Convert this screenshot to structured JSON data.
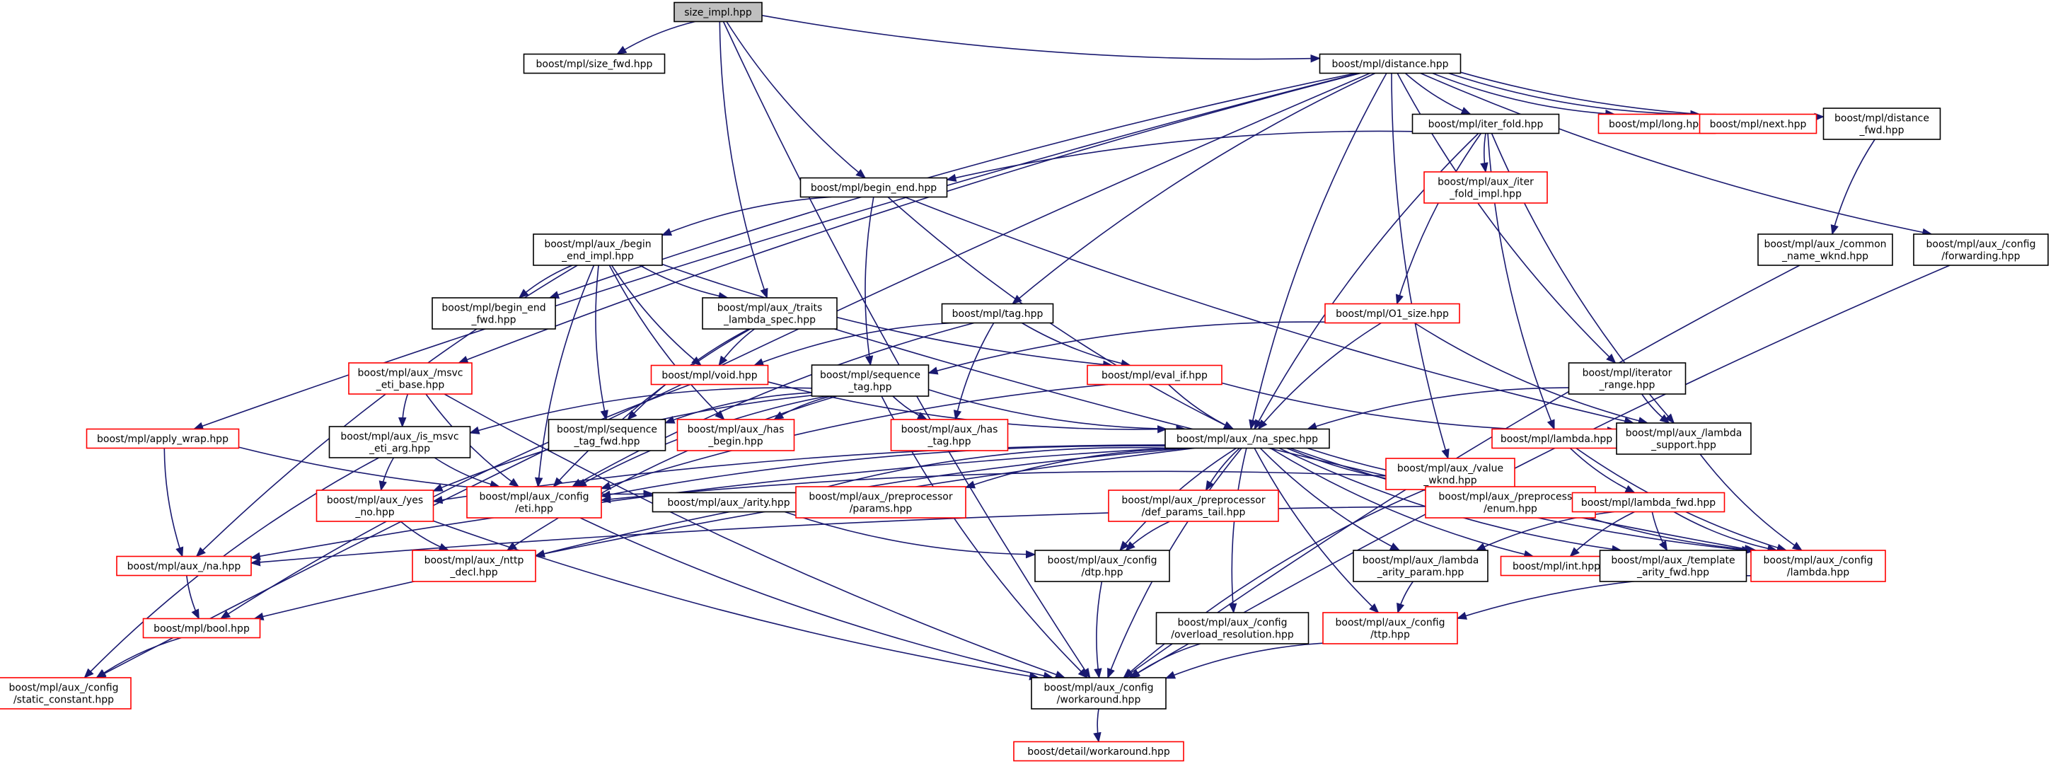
{
  "colors": {
    "root_fill": "#bfbfbf",
    "normal_border": "#000000",
    "link_border": "#ff0000",
    "edge": "#191970",
    "background": "#ffffff"
  },
  "nodes": [
    {
      "id": "size_impl",
      "lines": [
        "size_impl.hpp"
      ],
      "style": "root"
    },
    {
      "id": "size_fwd",
      "lines": [
        "boost/mpl/size_fwd.hpp"
      ],
      "style": "normal"
    },
    {
      "id": "distance",
      "lines": [
        "boost/mpl/distance.hpp"
      ],
      "style": "normal"
    },
    {
      "id": "iter_fold",
      "lines": [
        "boost/mpl/iter_fold.hpp"
      ],
      "style": "normal"
    },
    {
      "id": "long",
      "lines": [
        "boost/mpl/long.hpp"
      ],
      "style": "link"
    },
    {
      "id": "next",
      "lines": [
        "boost/mpl/next.hpp"
      ],
      "style": "link"
    },
    {
      "id": "distance_fwd",
      "lines": [
        "boost/mpl/distance",
        "_fwd.hpp"
      ],
      "style": "normal"
    },
    {
      "id": "iter_fold_impl",
      "lines": [
        "boost/mpl/aux_/iter",
        "_fold_impl.hpp"
      ],
      "style": "link"
    },
    {
      "id": "begin_end",
      "lines": [
        "boost/mpl/begin_end.hpp"
      ],
      "style": "normal"
    },
    {
      "id": "begin_end_impl",
      "lines": [
        "boost/mpl/aux_/begin",
        "_end_impl.hpp"
      ],
      "style": "normal"
    },
    {
      "id": "common_name_wknd",
      "lines": [
        "boost/mpl/aux_/common",
        "_name_wknd.hpp"
      ],
      "style": "normal"
    },
    {
      "id": "forwarding",
      "lines": [
        "boost/mpl/aux_/config",
        "/forwarding.hpp"
      ],
      "style": "normal"
    },
    {
      "id": "begin_end_fwd",
      "lines": [
        "boost/mpl/begin_end",
        "_fwd.hpp"
      ],
      "style": "normal"
    },
    {
      "id": "traits_lambda_spec",
      "lines": [
        "boost/mpl/aux_/traits",
        "_lambda_spec.hpp"
      ],
      "style": "normal"
    },
    {
      "id": "tag",
      "lines": [
        "boost/mpl/tag.hpp"
      ],
      "style": "normal"
    },
    {
      "id": "o1_size",
      "lines": [
        "boost/mpl/O1_size.hpp"
      ],
      "style": "link"
    },
    {
      "id": "msvc_eti_base",
      "lines": [
        "boost/mpl/aux_/msvc",
        "_eti_base.hpp"
      ],
      "style": "link"
    },
    {
      "id": "void",
      "lines": [
        "boost/mpl/void.hpp"
      ],
      "style": "link"
    },
    {
      "id": "sequence_tag",
      "lines": [
        "boost/mpl/sequence",
        "_tag.hpp"
      ],
      "style": "normal"
    },
    {
      "id": "eval_if",
      "lines": [
        "boost/mpl/eval_if.hpp"
      ],
      "style": "link"
    },
    {
      "id": "iterator_range",
      "lines": [
        "boost/mpl/iterator",
        "_range.hpp"
      ],
      "style": "normal"
    },
    {
      "id": "apply_wrap",
      "lines": [
        "boost/mpl/apply_wrap.hpp"
      ],
      "style": "link"
    },
    {
      "id": "is_msvc_eti_arg",
      "lines": [
        "boost/mpl/aux_/is_msvc",
        "_eti_arg.hpp"
      ],
      "style": "normal"
    },
    {
      "id": "sequence_tag_fwd",
      "lines": [
        "boost/mpl/sequence",
        "_tag_fwd.hpp"
      ],
      "style": "normal"
    },
    {
      "id": "has_begin",
      "lines": [
        "boost/mpl/aux_/has",
        "_begin.hpp"
      ],
      "style": "link"
    },
    {
      "id": "has_tag",
      "lines": [
        "boost/mpl/aux_/has",
        "_tag.hpp"
      ],
      "style": "link"
    },
    {
      "id": "na_spec",
      "lines": [
        "boost/mpl/aux_/na_spec.hpp"
      ],
      "style": "normal"
    },
    {
      "id": "value_wknd",
      "lines": [
        "boost/mpl/aux_/value",
        "_wknd.hpp"
      ],
      "style": "link"
    },
    {
      "id": "lambda",
      "lines": [
        "boost/mpl/lambda.hpp"
      ],
      "style": "link"
    },
    {
      "id": "lambda_support",
      "lines": [
        "boost/mpl/aux_/lambda",
        "_support.hpp"
      ],
      "style": "normal"
    },
    {
      "id": "yes_no",
      "lines": [
        "boost/mpl/aux_/yes",
        "_no.hpp"
      ],
      "style": "link"
    },
    {
      "id": "eti",
      "lines": [
        "boost/mpl/aux_/config",
        "/eti.hpp"
      ],
      "style": "link"
    },
    {
      "id": "arity",
      "lines": [
        "boost/mpl/aux_/arity.hpp"
      ],
      "style": "normal"
    },
    {
      "id": "pp_params",
      "lines": [
        "boost/mpl/aux_/preprocessor",
        "/params.hpp"
      ],
      "style": "link"
    },
    {
      "id": "pp_def_params_tail",
      "lines": [
        "boost/mpl/aux_/preprocessor",
        "/def_params_tail.hpp"
      ],
      "style": "link"
    },
    {
      "id": "pp_enum",
      "lines": [
        "boost/mpl/aux_/preprocessor",
        "/enum.hpp"
      ],
      "style": "link"
    },
    {
      "id": "lambda_fwd",
      "lines": [
        "boost/mpl/lambda_fwd.hpp"
      ],
      "style": "link"
    },
    {
      "id": "na",
      "lines": [
        "boost/mpl/aux_/na.hpp"
      ],
      "style": "link"
    },
    {
      "id": "nttp_decl",
      "lines": [
        "boost/mpl/aux_/nttp",
        "_decl.hpp"
      ],
      "style": "link"
    },
    {
      "id": "dtp",
      "lines": [
        "boost/mpl/aux_/config",
        "/dtp.hpp"
      ],
      "style": "normal"
    },
    {
      "id": "lambda_arity_param",
      "lines": [
        "boost/mpl/aux_/lambda",
        "_arity_param.hpp"
      ],
      "style": "normal"
    },
    {
      "id": "int",
      "lines": [
        "boost/mpl/int.hpp"
      ],
      "style": "link"
    },
    {
      "id": "template_arity_fwd",
      "lines": [
        "boost/mpl/aux_/template",
        "_arity_fwd.hpp"
      ],
      "style": "normal"
    },
    {
      "id": "config_lambda",
      "lines": [
        "boost/mpl/aux_/config",
        "/lambda.hpp"
      ],
      "style": "link"
    },
    {
      "id": "bool",
      "lines": [
        "boost/mpl/bool.hpp"
      ],
      "style": "link"
    },
    {
      "id": "overload_resolution",
      "lines": [
        "boost/mpl/aux_/config",
        "/overload_resolution.hpp"
      ],
      "style": "normal"
    },
    {
      "id": "ttp",
      "lines": [
        "boost/mpl/aux_/config",
        "/ttp.hpp"
      ],
      "style": "link"
    },
    {
      "id": "static_constant",
      "lines": [
        "boost/mpl/aux_/config",
        "/static_constant.hpp"
      ],
      "style": "link"
    },
    {
      "id": "workaround",
      "lines": [
        "boost/mpl/aux_/config",
        "/workaround.hpp"
      ],
      "style": "normal"
    },
    {
      "id": "detail_workaround",
      "lines": [
        "boost/detail/workaround.hpp"
      ],
      "style": "link"
    }
  ],
  "edges": [
    [
      "size_impl",
      "size_fwd"
    ],
    [
      "size_impl",
      "distance"
    ],
    [
      "size_impl",
      "begin_end"
    ],
    [
      "size_impl",
      "traits_lambda_spec"
    ],
    [
      "size_impl",
      "workaround"
    ],
    [
      "distance",
      "iter_fold"
    ],
    [
      "distance",
      "long"
    ],
    [
      "distance",
      "next"
    ],
    [
      "distance",
      "distance_fwd"
    ],
    [
      "distance",
      "forwarding"
    ],
    [
      "distance",
      "tag"
    ],
    [
      "distance",
      "msvc_eti_base"
    ],
    [
      "distance",
      "begin_end_fwd"
    ],
    [
      "distance",
      "apply_wrap"
    ],
    [
      "distance",
      "iterator_range"
    ],
    [
      "distance",
      "value_wknd"
    ],
    [
      "distance",
      "na_spec"
    ],
    [
      "distance",
      "static_constant"
    ],
    [
      "iter_fold",
      "begin_end"
    ],
    [
      "iter_fold",
      "iter_fold_impl"
    ],
    [
      "iter_fold",
      "o1_size"
    ],
    [
      "iter_fold",
      "lambda"
    ],
    [
      "iter_fold",
      "lambda_support"
    ],
    [
      "iter_fold",
      "na_spec"
    ],
    [
      "distance_fwd",
      "common_name_wknd"
    ],
    [
      "common_name_wknd",
      "workaround"
    ],
    [
      "forwarding",
      "workaround"
    ],
    [
      "begin_end",
      "begin_end_impl"
    ],
    [
      "begin_end",
      "sequence_tag"
    ],
    [
      "begin_end",
      "na_spec"
    ],
    [
      "begin_end",
      "lambda_support"
    ],
    [
      "begin_end_impl",
      "begin_end_fwd"
    ],
    [
      "begin_end_impl",
      "traits_lambda_spec"
    ],
    [
      "begin_end_impl",
      "void"
    ],
    [
      "begin_end_impl",
      "eval_if"
    ],
    [
      "begin_end_impl",
      "sequence_tag_fwd"
    ],
    [
      "begin_end_impl",
      "has_begin"
    ],
    [
      "begin_end_impl",
      "eti"
    ],
    [
      "begin_end_impl",
      "na"
    ],
    [
      "traits_lambda_spec",
      "void"
    ],
    [
      "traits_lambda_spec",
      "sequence_tag_fwd"
    ],
    [
      "traits_lambda_spec",
      "eti"
    ],
    [
      "traits_lambda_spec",
      "config_lambda"
    ],
    [
      "tag",
      "void"
    ],
    [
      "tag",
      "eval_if"
    ],
    [
      "tag",
      "has_tag"
    ],
    [
      "tag",
      "eti"
    ],
    [
      "o1_size",
      "sequence_tag"
    ],
    [
      "o1_size",
      "na_spec"
    ],
    [
      "o1_size",
      "lambda_support"
    ],
    [
      "msvc_eti_base",
      "is_msvc_eti_arg"
    ],
    [
      "msvc_eti_base",
      "eti"
    ],
    [
      "msvc_eti_base",
      "workaround"
    ],
    [
      "void",
      "na_spec"
    ],
    [
      "void",
      "bool"
    ],
    [
      "eval_if",
      "na_spec"
    ],
    [
      "eval_if",
      "lambda_support"
    ],
    [
      "eval_if",
      "eti"
    ],
    [
      "iterator_range",
      "na_spec"
    ],
    [
      "iterator_range",
      "lambda_support"
    ],
    [
      "sequence_tag",
      "sequence_tag_fwd"
    ],
    [
      "sequence_tag",
      "has_begin"
    ],
    [
      "sequence_tag",
      "has_tag"
    ],
    [
      "sequence_tag",
      "na_spec"
    ],
    [
      "sequence_tag",
      "is_msvc_eti_arg"
    ],
    [
      "sequence_tag",
      "yes_no"
    ],
    [
      "sequence_tag",
      "eti"
    ],
    [
      "sequence_tag",
      "workaround"
    ],
    [
      "sequence_tag",
      "nttp_decl"
    ],
    [
      "apply_wrap",
      "na"
    ],
    [
      "apply_wrap",
      "arity"
    ],
    [
      "is_msvc_eti_arg",
      "yes_no"
    ],
    [
      "is_msvc_eti_arg",
      "eti"
    ],
    [
      "is_msvc_eti_arg",
      "static_constant"
    ],
    [
      "na_spec",
      "eti"
    ],
    [
      "na_spec",
      "yes_no"
    ],
    [
      "na_spec",
      "arity"
    ],
    [
      "na_spec",
      "pp_params"
    ],
    [
      "na_spec",
      "pp_def_params_tail"
    ],
    [
      "na_spec",
      "pp_enum"
    ],
    [
      "na_spec",
      "lambda_fwd"
    ],
    [
      "na_spec",
      "na"
    ],
    [
      "na_spec",
      "dtp"
    ],
    [
      "na_spec",
      "lambda_arity_param"
    ],
    [
      "na_spec",
      "int"
    ],
    [
      "na_spec",
      "template_arity_fwd"
    ],
    [
      "na_spec",
      "config_lambda"
    ],
    [
      "na_spec",
      "overload_resolution"
    ],
    [
      "na_spec",
      "ttp"
    ],
    [
      "na_spec",
      "bool"
    ],
    [
      "na_spec",
      "workaround"
    ],
    [
      "na_spec",
      "nttp_decl"
    ],
    [
      "value_wknd",
      "eti"
    ],
    [
      "value_wknd",
      "config_lambda"
    ],
    [
      "value_wknd",
      "workaround"
    ],
    [
      "lambda",
      "lambda_fwd"
    ],
    [
      "lambda",
      "config_lambda"
    ],
    [
      "lambda_support",
      "config_lambda"
    ],
    [
      "yes_no",
      "nttp_decl"
    ],
    [
      "yes_no",
      "workaround"
    ],
    [
      "eti",
      "workaround"
    ],
    [
      "arity",
      "dtp"
    ],
    [
      "pp_def_params_tail",
      "dtp"
    ],
    [
      "lambda_fwd",
      "na"
    ],
    [
      "lambda_fwd",
      "int"
    ],
    [
      "lambda_fwd",
      "lambda_arity_param"
    ],
    [
      "lambda_fwd",
      "template_arity_fwd"
    ],
    [
      "lambda_fwd",
      "config_lambda"
    ],
    [
      "na",
      "bool"
    ],
    [
      "dtp",
      "workaround"
    ],
    [
      "lambda_arity_param",
      "ttp"
    ],
    [
      "config_lambda",
      "ttp"
    ],
    [
      "bool",
      "static_constant"
    ],
    [
      "overload_resolution",
      "workaround"
    ],
    [
      "ttp",
      "workaround"
    ],
    [
      "workaround",
      "detail_workaround"
    ]
  ]
}
